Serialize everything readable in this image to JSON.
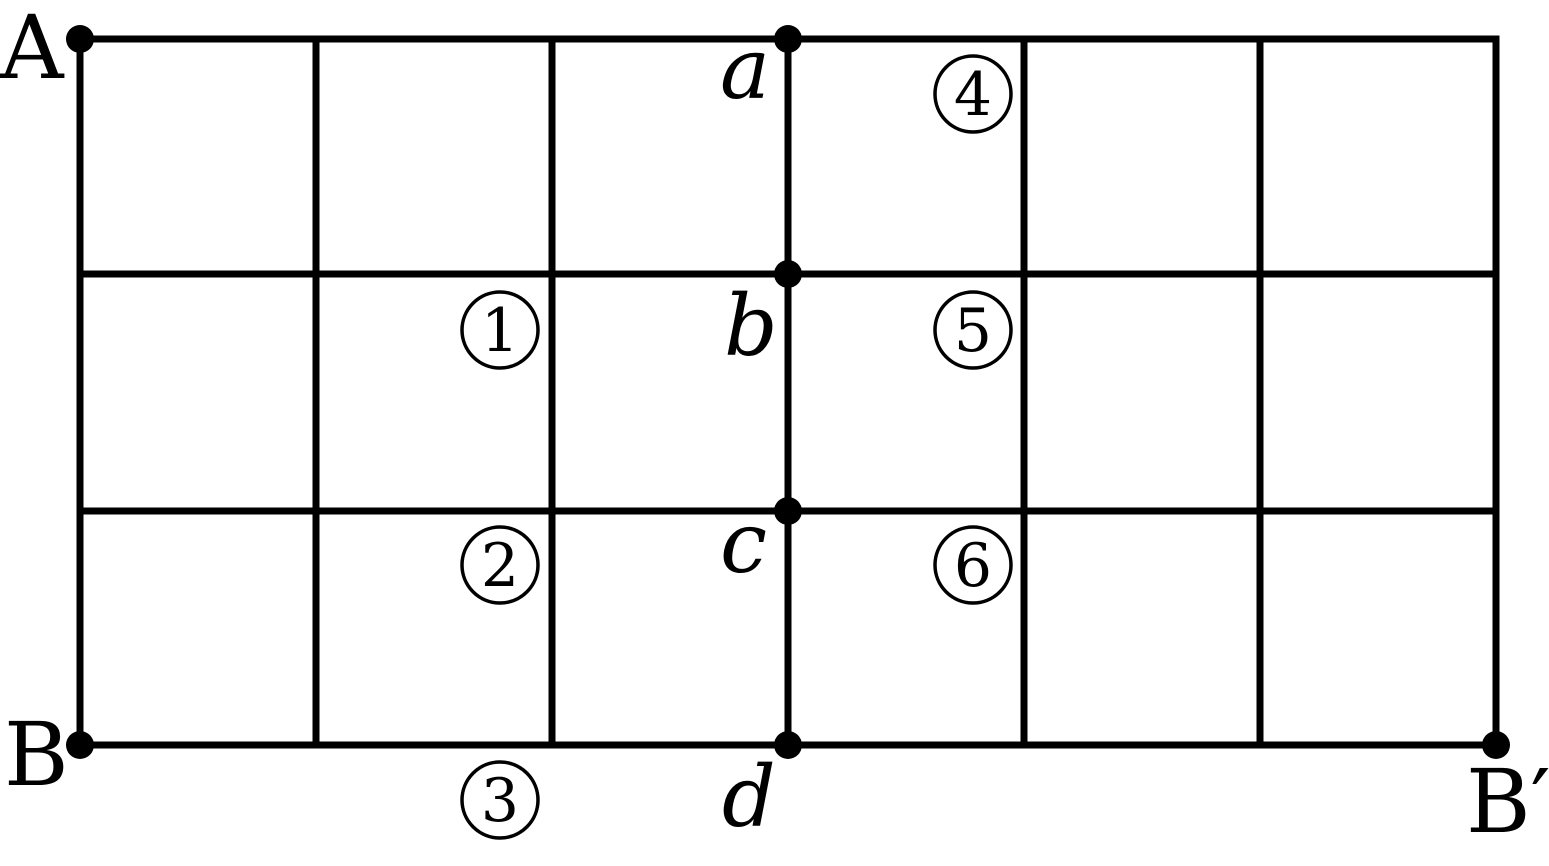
{
  "points": {
    "A": "A",
    "B": "B",
    "B_prime": "B′",
    "a": "a",
    "b": "b",
    "c": "c",
    "d": "d"
  },
  "markers": {
    "m1": "1",
    "m2": "2",
    "m3": "3",
    "m4": "4",
    "m5": "5",
    "m6": "6"
  },
  "colors": {
    "ink": "#000000",
    "background": "#ffffff"
  }
}
